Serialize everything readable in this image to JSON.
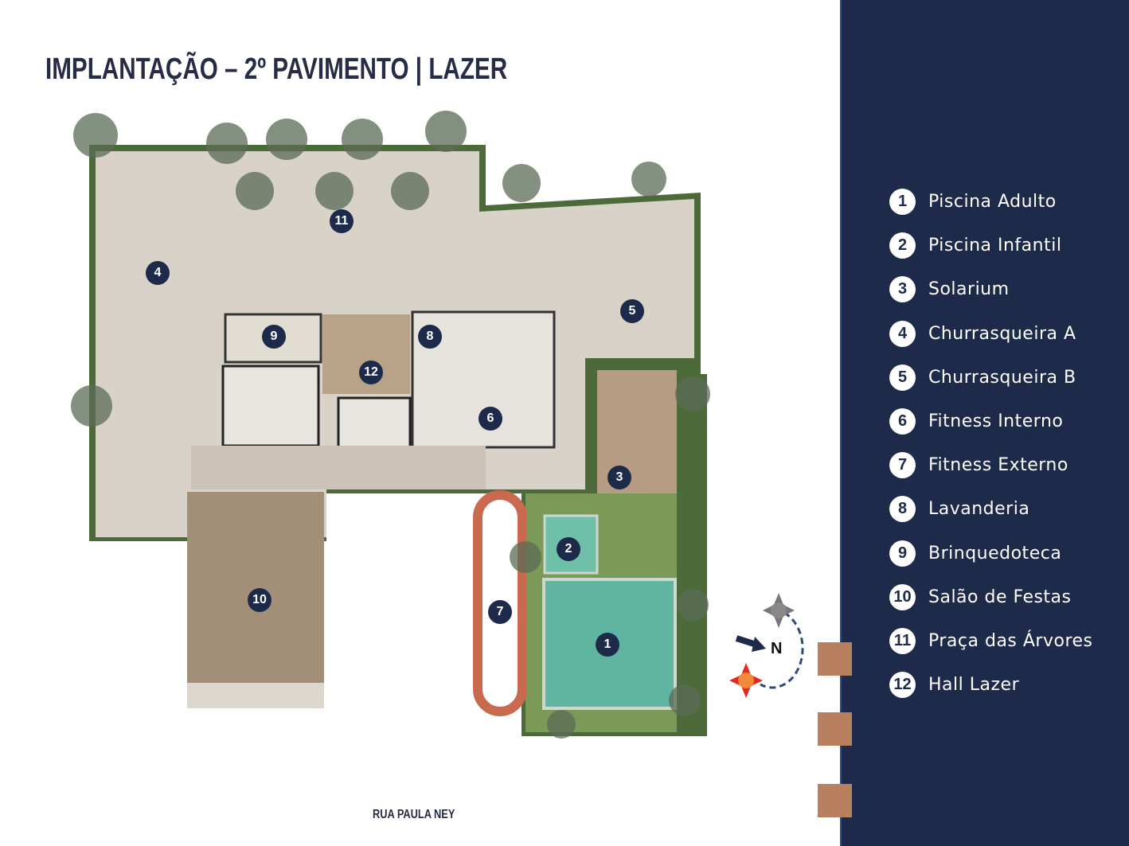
{
  "header": {
    "title": "IMPLANTAÇÃO – 2º PAVIMENTO | LAZER"
  },
  "street": {
    "label": "RUA PAULA NEY"
  },
  "compass": {
    "north_label": "N"
  },
  "legend": [
    {
      "num": "1",
      "label": "Piscina Adulto"
    },
    {
      "num": "2",
      "label": "Piscina Infantil"
    },
    {
      "num": "3",
      "label": "Solarium"
    },
    {
      "num": "4",
      "label": "Churrasqueira A"
    },
    {
      "num": "5",
      "label": "Churrasqueira B"
    },
    {
      "num": "6",
      "label": "Fitness Interno"
    },
    {
      "num": "7",
      "label": "Fitness Externo"
    },
    {
      "num": "8",
      "label": "Lavanderia"
    },
    {
      "num": "9",
      "label": "Brinquedoteca"
    },
    {
      "num": "10",
      "label": "Salão de Festas"
    },
    {
      "num": "11",
      "label": "Praça das Árvores"
    },
    {
      "num": "12",
      "label": "Hall Lazer"
    }
  ],
  "colors": {
    "panel": "#1e2a4a",
    "accent_tab": "#b9805f",
    "title": "#262c46",
    "pool": "#5fb5a0",
    "track": "#c9694d"
  }
}
